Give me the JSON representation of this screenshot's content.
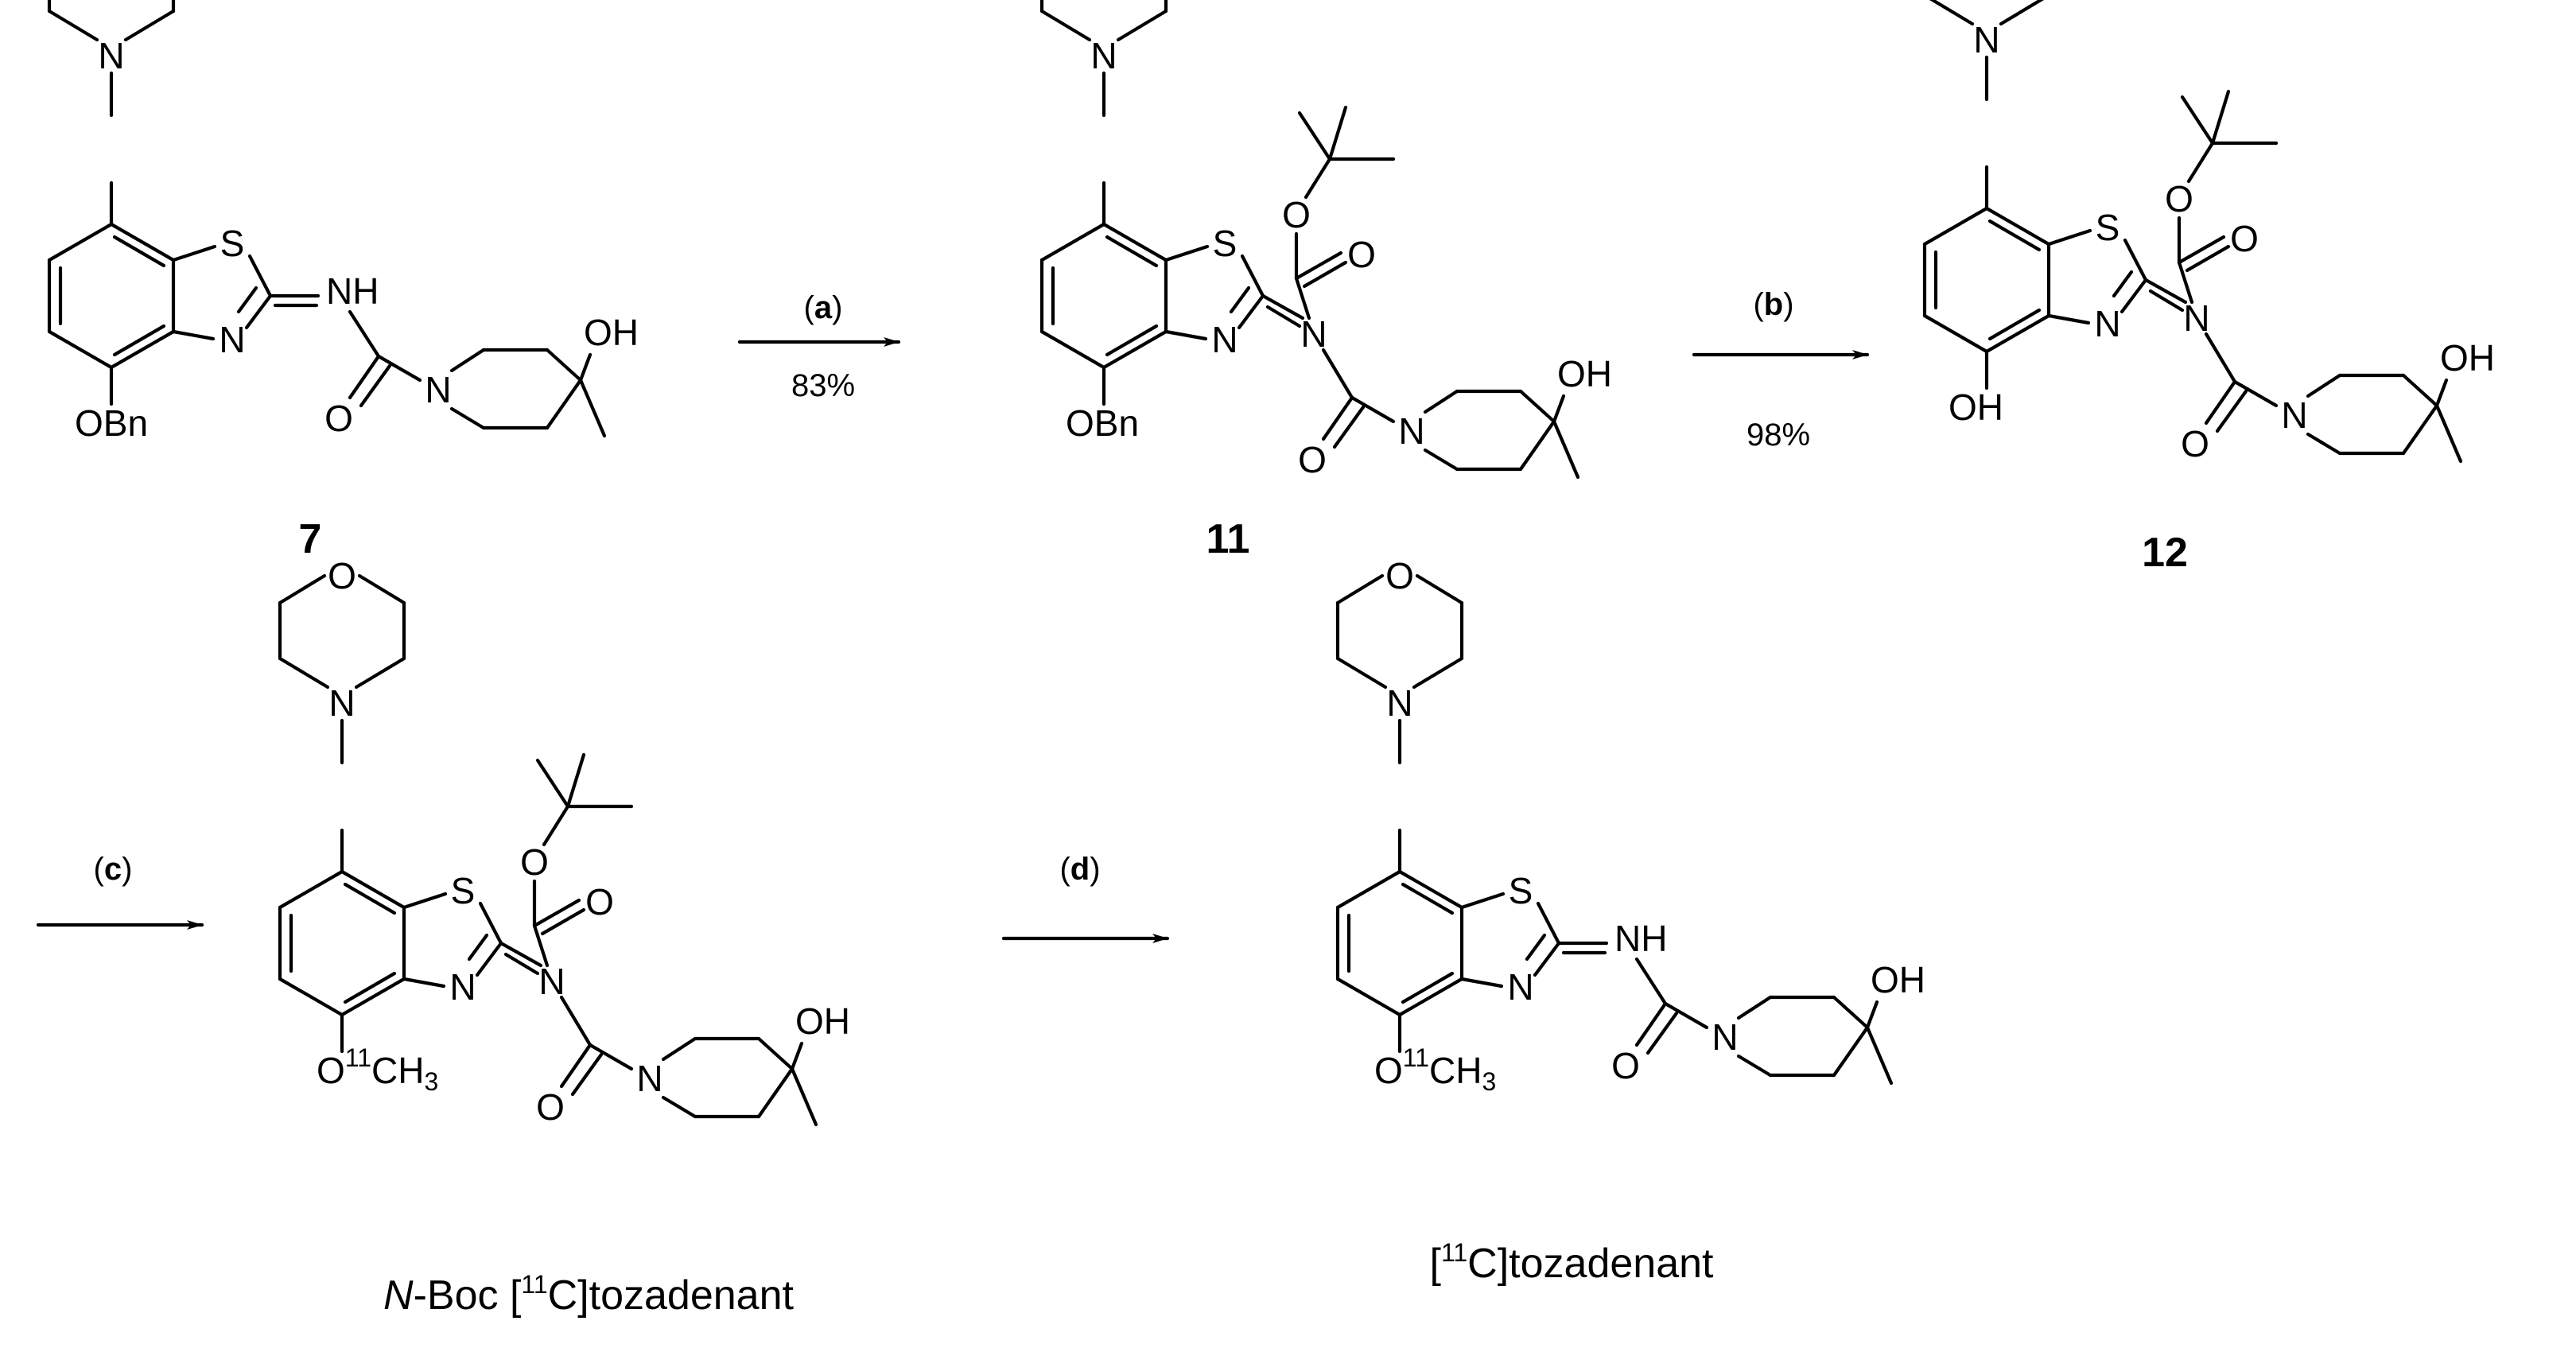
{
  "atoms": {
    "O": "O",
    "N": "N",
    "S": "S",
    "NH": "NH",
    "OH": "OH",
    "OBn": "OBn",
    "O11_O": "O",
    "O11_iso": "11",
    "O11_C": "CH",
    "O11_sub": "3"
  },
  "compounds": [
    {
      "label": "7"
    },
    {
      "label": "11"
    },
    {
      "label": "12"
    }
  ],
  "steps": [
    {
      "open": "(",
      "letter": "a",
      "close": ")",
      "yield": "83%"
    },
    {
      "open": "(",
      "letter": "b",
      "close": ")",
      "yield": "98%"
    },
    {
      "open": "(",
      "letter": "c",
      "close": ")"
    },
    {
      "open": "(",
      "letter": "d",
      "close": ")"
    }
  ],
  "products": {
    "boc": {
      "italic": "N",
      "rest1": "-Boc [",
      "iso": "11",
      "rest2": "C]tozadenant"
    },
    "final": {
      "open": "[",
      "iso": "11",
      "rest": "C]tozadenant"
    }
  }
}
